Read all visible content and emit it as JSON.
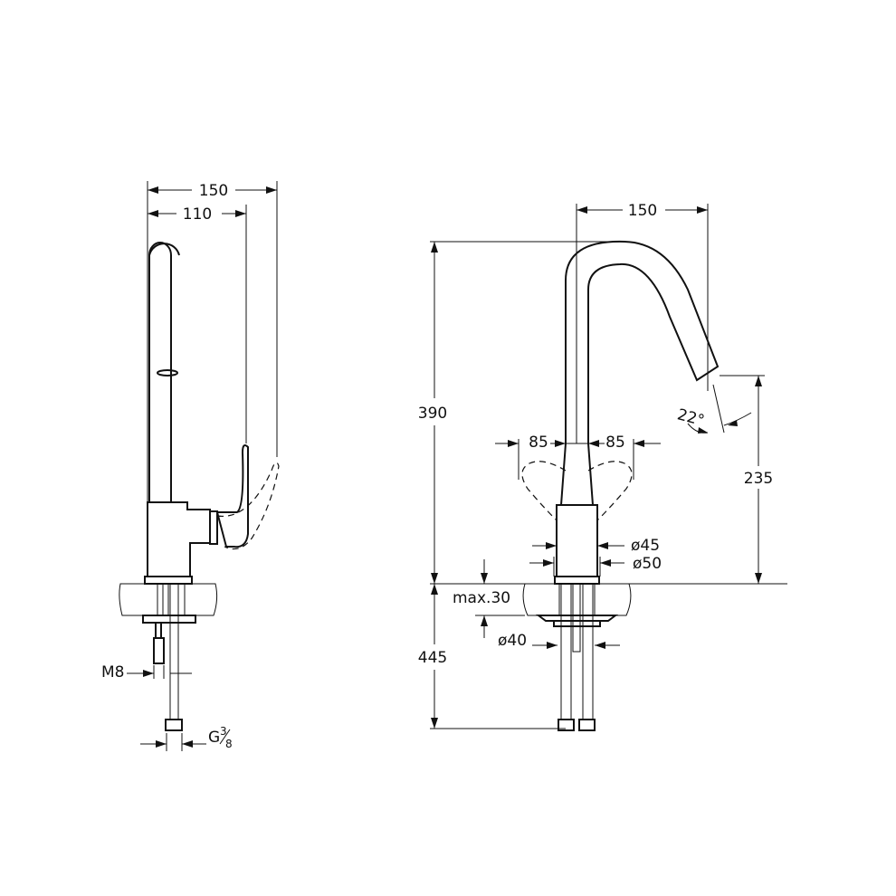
{
  "side_view": {
    "dim_total_depth": "150",
    "dim_spout_depth": "110",
    "dim_stud_thread": "M8",
    "dim_hose_thread_prefix": "G",
    "dim_hose_thread_num": "3",
    "dim_hose_thread_den": "8"
  },
  "front_view": {
    "dim_spout_reach": "150",
    "dim_height": "390",
    "dim_hose_length": "445",
    "dim_outlet_height": "235",
    "dim_spray_angle": "22°",
    "dim_handle_left": "85",
    "dim_handle_right": "85",
    "dim_body_diameter": "ø45",
    "dim_base_diameter": "ø50",
    "dim_max_counter": "max.30",
    "dim_hole_diameter": "ø40"
  }
}
